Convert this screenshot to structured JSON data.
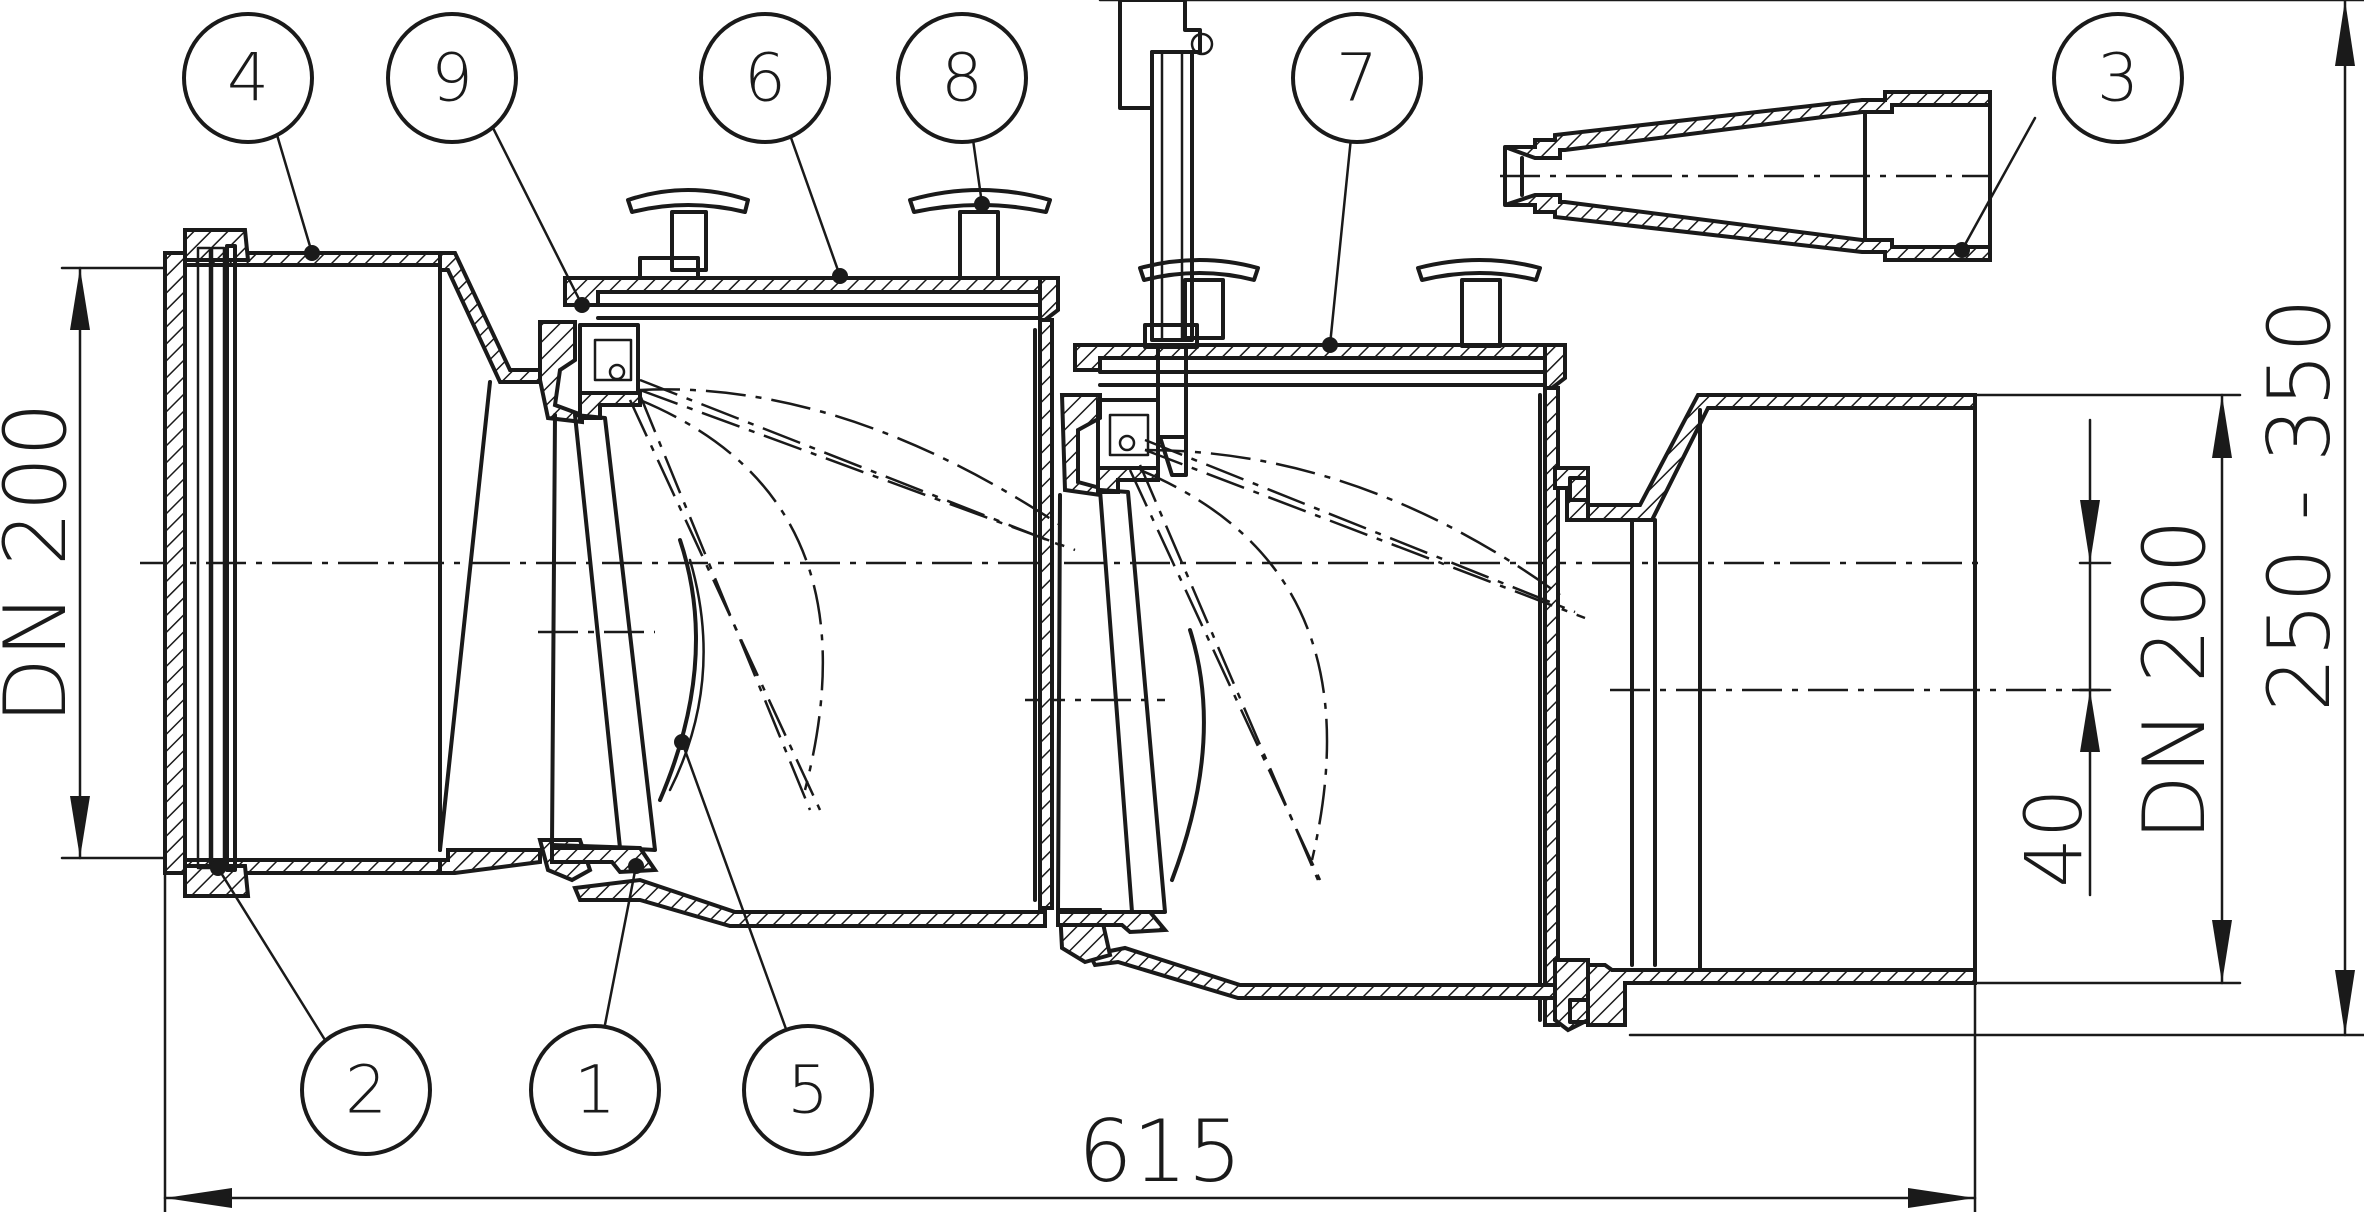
{
  "callouts": [
    "1",
    "2",
    "3",
    "4",
    "5",
    "6",
    "7",
    "8",
    "9"
  ],
  "dimensions": {
    "overall_length": "615",
    "inlet_diameter": "DN 200",
    "outlet_diameter": "DN 200",
    "offset": "40",
    "height_range": "250 - 350"
  },
  "colors": {
    "line": "#1a1a1a",
    "background": "#ffffff"
  }
}
